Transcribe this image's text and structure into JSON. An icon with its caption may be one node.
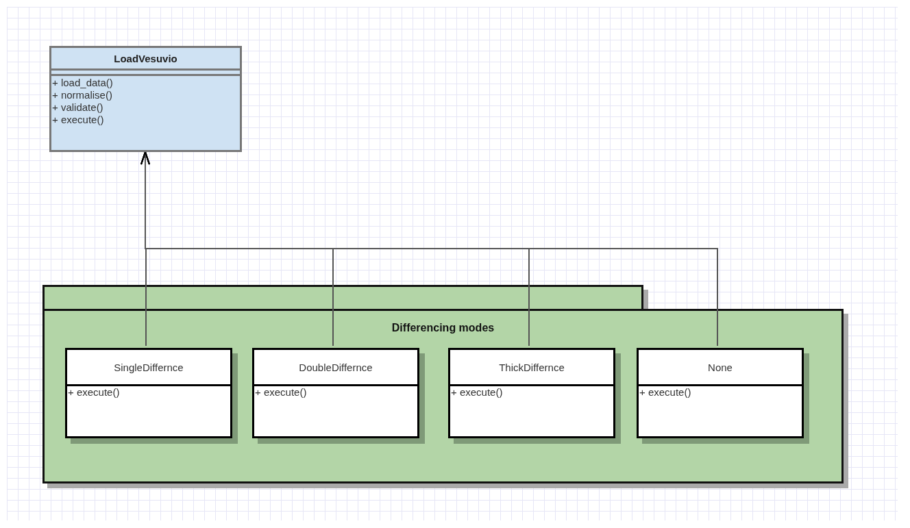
{
  "diagram": {
    "nodes": [
      {
        "text": [
          "LoadVesuvio",
          "+ load_data()",
          "+ normalise()",
          "+ validate()",
          "+ execute()"
        ]
      },
      {
        "text": [
          "Differencing modes"
        ]
      },
      {
        "text": [
          "SingleDiffernce",
          "+ execute()"
        ],
        "in": 1
      },
      {
        "text": [
          "DoubleDiffernce",
          "+ execute()"
        ],
        "in": 1
      },
      {
        "text": [
          "ThickDiffernce",
          "+ execute()"
        ],
        "in": 1
      },
      {
        "text": [
          "None",
          "+ execute()"
        ],
        "in": 1
      }
    ],
    "edges": [
      {
        "from": 2,
        "to": 0,
        "arrow": "to"
      },
      {
        "from": 3,
        "to": 0,
        "arrow": "to"
      },
      {
        "from": 4,
        "to": 0,
        "arrow": "to"
      },
      {
        "from": 5,
        "to": 0,
        "arrow": "to"
      }
    ]
  }
}
